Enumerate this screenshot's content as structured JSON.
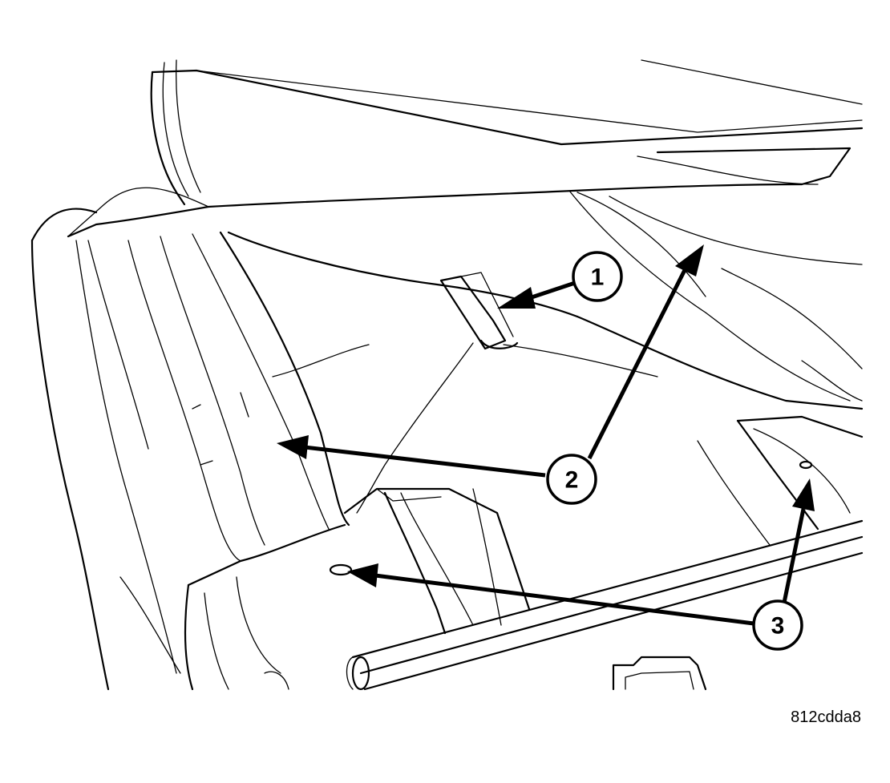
{
  "figure": {
    "id_code": "812cdda8"
  },
  "callouts": [
    {
      "number": "1"
    },
    {
      "number": "2"
    },
    {
      "number": "3"
    }
  ],
  "colors": {
    "line": "#000000",
    "background": "#ffffff"
  }
}
